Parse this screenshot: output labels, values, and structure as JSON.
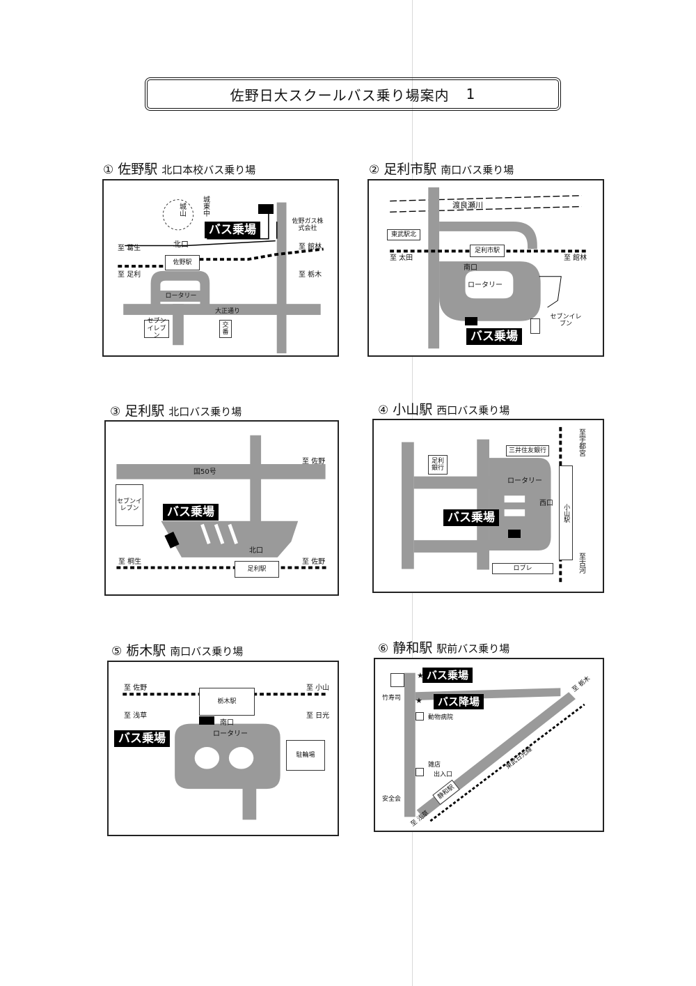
{
  "title": {
    "text": "佐野日大スクールバス乗り場案内",
    "page_num": "1"
  },
  "maps": {
    "m1": {
      "num": "①",
      "station": "佐野駅",
      "sub": "北口本校バス乗り場",
      "bus": "バス乗場",
      "station_box": "佐野駅",
      "rotary": "ロータリー",
      "castle": "城山",
      "jonan": "城東中",
      "gas": "佐野ガス株式会社",
      "kitaguchi": "北口",
      "to_kuzu": "至 葛生",
      "to_ashikaga": "至 足利",
      "to_tatebayashi": "至 館林",
      "to_tochigi": "至 栃木",
      "street": "大正通り",
      "koban": "交番",
      "seven": "セブンイレブン"
    },
    "m2": {
      "num": "②",
      "station": "足利市駅",
      "sub": "南口バス乗り場",
      "bus": "バス乗場",
      "river": "渡良瀬川",
      "tobu": "東武駅北",
      "station_box": "足利市駅",
      "minamiguchi": "南口",
      "rotary": "ロータリー",
      "to_ota": "至 太田",
      "to_tatebayashi": "至 館林",
      "seven": "セブンイレブン"
    },
    "m3": {
      "num": "③",
      "station": "足利駅",
      "sub": "北口バス乗り場",
      "bus": "バス乗場",
      "route": "国50号",
      "to_sano1": "至 佐野",
      "to_sano2": "至 佐野",
      "to_kiryu": "至 桐生",
      "seven": "セブンイレブン",
      "kitaguchi": "北口",
      "station_box": "足利駅"
    },
    "m4": {
      "num": "④",
      "station": "小山駅",
      "sub": "西口バス乗り場",
      "bus": "バス乗場",
      "bank1": "足利銀行",
      "bank2": "三井住友銀行",
      "rotary": "ロータリー",
      "nishiguchi": "西口",
      "station_box": "小山駅",
      "to_utsunomiya": "至宇都宮",
      "to_koga": "至古河",
      "ropure": "ロブレ"
    },
    "m5": {
      "num": "⑤",
      "station": "栃木駅",
      "sub": "南口バス乗り場",
      "bus": "バス乗場",
      "station_box": "栃木駅",
      "minamiguchi": "南口",
      "rotary": "ロータリー",
      "to_sano": "至 佐野",
      "to_oyama": "至 小山",
      "to_asakusa": "至 浅草",
      "to_nikko": "至 日光",
      "parking": "駐輪場"
    },
    "m6": {
      "num": "⑥",
      "station": "静和駅",
      "sub": "駅前バス乗り場",
      "bus_ride": "バス乗場",
      "bus_drop": "バス降場",
      "takezushi": "竹寿司",
      "animal": "動物病院",
      "shop": "雑店",
      "exit": "出入口",
      "station_box": "静和駅",
      "safety": "安全会",
      "to_asakusa": "至 浅草",
      "to_tochigi": "至 栃木",
      "line": "東武日光線"
    }
  }
}
